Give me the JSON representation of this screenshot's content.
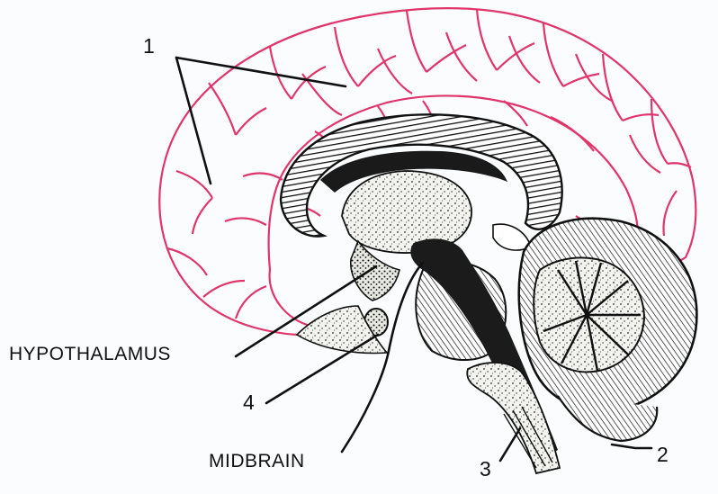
{
  "labels": {
    "label_1": "1",
    "label_2": "2",
    "label_3": "3",
    "label_4": "4",
    "hypothalamus": "HYPOTHALAMUS",
    "midbrain": "MIDBRAIN"
  },
  "colors": {
    "cortex_outline": "#e0356a",
    "ink": "#1a1a1a",
    "background": "#fafcfd",
    "tissue_fill": "#f4f4f0"
  },
  "icons": {
    "figure": "sagittal-brain-section-icon"
  }
}
